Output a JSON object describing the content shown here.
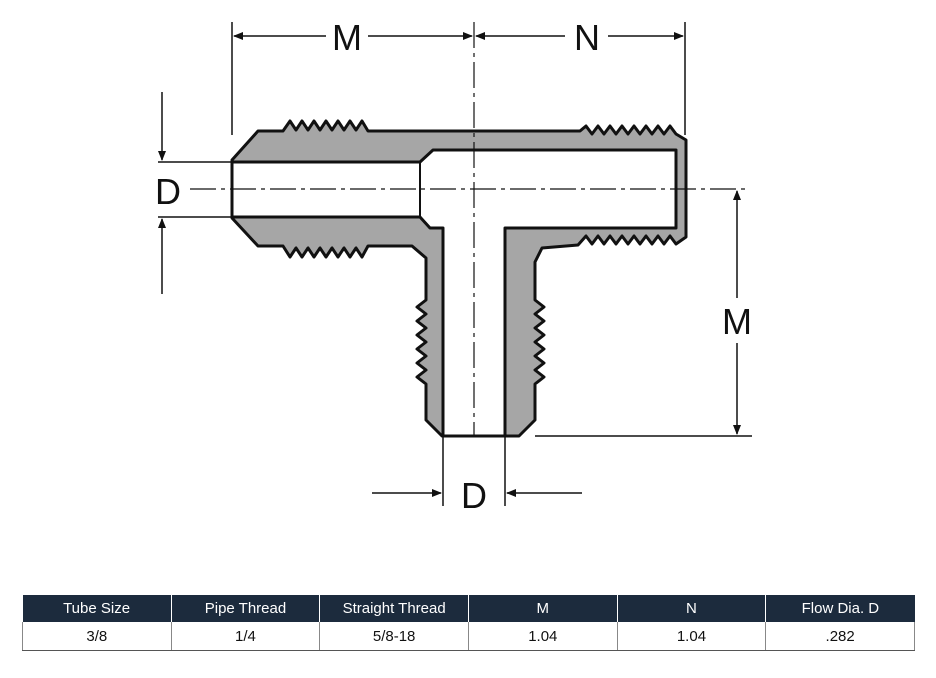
{
  "diagram": {
    "labels": {
      "m_top": "M",
      "n_top": "N",
      "d_left": "D",
      "m_right": "M",
      "d_bottom": "D"
    }
  },
  "table": {
    "headers": [
      "Tube Size",
      "Pipe Thread",
      "Straight Thread",
      "M",
      "N",
      "Flow Dia. D"
    ],
    "rows": [
      [
        "3/8",
        "1/4",
        "5/8-18",
        "1.04",
        "1.04",
        ".282"
      ]
    ]
  },
  "colors": {
    "body_fill": "#a6a6a6",
    "bore_fill": "#ffffff",
    "header_bg": "#1c2b3d",
    "line": "#111111"
  }
}
